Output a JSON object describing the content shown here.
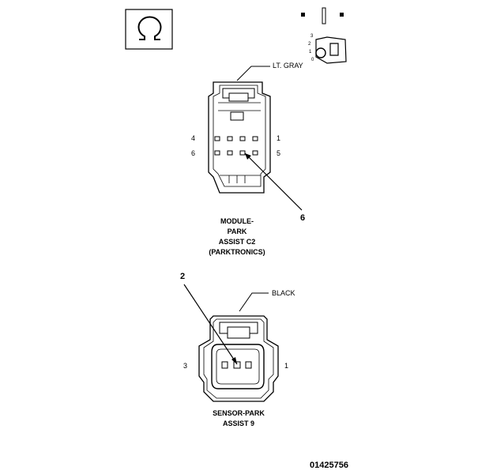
{
  "connector_c2": {
    "wire_color": "LT. GRAY",
    "pins_left": [
      "4",
      "6"
    ],
    "pins_right": [
      "1",
      "5"
    ],
    "callout": "6",
    "caption_lines": [
      "MODULE-",
      "PARK",
      "ASSIST C2",
      "(PARKTRONICS)"
    ]
  },
  "connector_sensor": {
    "wire_color": "BLACK",
    "pin_left": "3",
    "pin_right": "1",
    "callout": "2",
    "caption_lines": [
      "SENSOR-PARK",
      "ASSIST 9"
    ]
  },
  "key_icon": {
    "numbers": [
      "3",
      "2",
      "1",
      "0"
    ]
  },
  "image_number": "01425756"
}
